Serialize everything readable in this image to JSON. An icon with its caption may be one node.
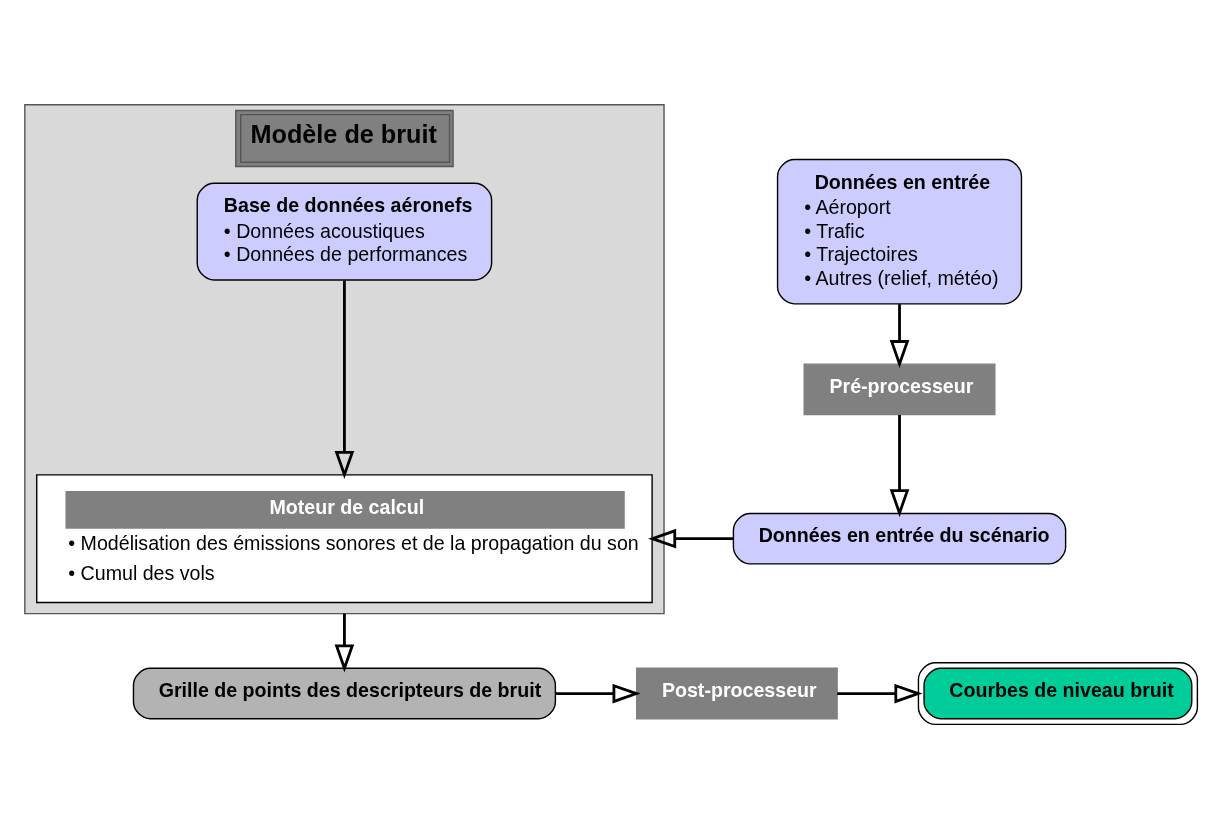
{
  "diagram": {
    "nodes": [
      {
        "text": [
          "Modèle de bruit"
        ]
      },
      {
        "text": [
          "Base de données aéronefs",
          "• Données acoustiques",
          "• Données de performances"
        ],
        "in": 0
      },
      {
        "text": [
          "Moteur de calcul",
          "• Modélisation des émissions sonores et de la propagation du son",
          "• Cumul des vols"
        ],
        "in": 0
      },
      {
        "text": [
          "Données en entrée",
          "• Aéroport",
          "• Trafic",
          "• Trajectoires",
          "• Autres (relief, météo)"
        ]
      },
      {
        "text": [
          "Pré-processeur"
        ]
      },
      {
        "text": [
          "Données en entrée du scénario"
        ]
      },
      {
        "text": [
          "Grille de points des descripteurs de bruit"
        ]
      },
      {
        "text": [
          "Post-processeur"
        ]
      },
      {
        "text": [
          "Courbes de niveau bruit"
        ]
      }
    ],
    "edges": [
      {
        "from": 1,
        "to": 2,
        "arrow": "to"
      },
      {
        "from": 3,
        "to": 4,
        "arrow": "to"
      },
      {
        "from": 4,
        "to": 5,
        "arrow": "to"
      },
      {
        "from": 5,
        "to": 2,
        "arrow": "to"
      },
      {
        "from": 0,
        "to": 6,
        "arrow": "to"
      },
      {
        "from": 6,
        "to": 7,
        "arrow": "to"
      },
      {
        "from": 7,
        "to": 8,
        "arrow": "to"
      }
    ]
  }
}
